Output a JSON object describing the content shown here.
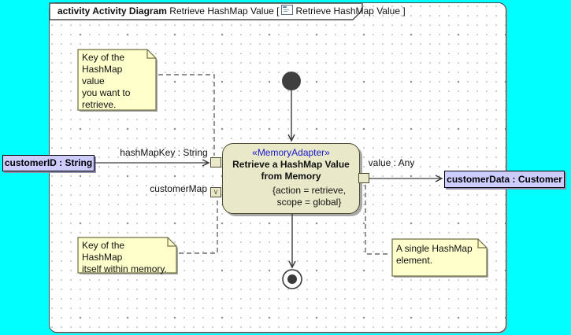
{
  "frame": {
    "title_keyword": "activity Activity Diagram",
    "title_before_icon": "Retrieve HashMap Value [",
    "title_after_icon": "Retrieve HashMap Value ]",
    "title_icon": "activity-diagram-icon"
  },
  "notes": [
    {
      "text": "Key of the\nHashMap value\nyou want to\nretrieve."
    },
    {
      "text": "Key of the HashMap\nitself within memory."
    },
    {
      "text": "A single HashMap\nelement."
    }
  ],
  "action": {
    "stereotype": "«MemoryAdapter»",
    "name": "Retrieve a HashMap Value\nfrom Memory",
    "tags": "{action = retrieve,\nscope = global}"
  },
  "objects": {
    "left": "customerID : String",
    "right": "customerData : Customer"
  },
  "edge_labels": {
    "input_pin": "hashMapKey : String",
    "map_pin": "customerMap",
    "output_pin": "value : Any"
  },
  "pins": {
    "customer_map_glyph": "∨"
  },
  "colors": {
    "canvas": "#00ffff",
    "frame_background": "#ffffff",
    "note_fill": "#ffffcc",
    "action_fill": "#e9e9c9",
    "object_fill": "#ccccff",
    "stereotype_text": "#1a1acc",
    "edge": "#3a3a3a"
  }
}
